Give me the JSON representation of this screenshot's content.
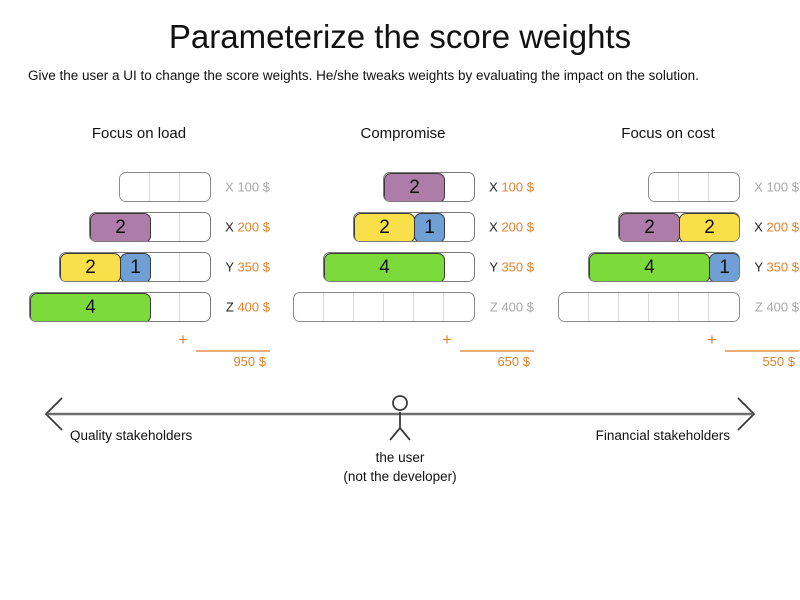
{
  "header": {
    "title": "Parameterize the score weights",
    "subtitle": "Give the user a UI to change the score weights. He/she tweaks weights by evaluating the impact on the solution."
  },
  "colors": {
    "purple": "#ad7ca9",
    "yellow": "#f9df4a",
    "blue": "#6f9fd4",
    "green": "#7dda3b",
    "accent_orange": "#e3822b",
    "muted_grey": "#a8a8a8",
    "track_border": "#8c8c8c"
  },
  "columns": [
    {
      "heading": "Focus on load",
      "rows": [
        {
          "key": "X",
          "price": "100 $",
          "muted": true,
          "capacity": 3,
          "segments": []
        },
        {
          "key": "X",
          "price": "200 $",
          "muted": false,
          "capacity": 4,
          "segments": [
            {
              "value": "2",
              "units": 2,
              "color": "purple"
            }
          ]
        },
        {
          "key": "Y",
          "price": "350 $",
          "muted": false,
          "capacity": 5,
          "segments": [
            {
              "value": "2",
              "units": 2,
              "color": "yellow"
            },
            {
              "value": "1",
              "units": 1,
              "color": "blue"
            }
          ]
        },
        {
          "key": "Z",
          "price": "400 $",
          "muted": false,
          "capacity": 6,
          "segments": [
            {
              "value": "4",
              "units": 4,
              "color": "green"
            }
          ]
        }
      ],
      "sum_symbol": "+",
      "total": "950 $"
    },
    {
      "heading": "Compromise",
      "rows": [
        {
          "key": "X",
          "price": "100 $",
          "muted": false,
          "capacity": 3,
          "segments": [
            {
              "value": "2",
              "units": 2,
              "color": "purple"
            }
          ]
        },
        {
          "key": "X",
          "price": "200 $",
          "muted": false,
          "capacity": 4,
          "segments": [
            {
              "value": "2",
              "units": 2,
              "color": "yellow"
            },
            {
              "value": "1",
              "units": 1,
              "color": "blue"
            }
          ]
        },
        {
          "key": "Y",
          "price": "350 $",
          "muted": false,
          "capacity": 5,
          "segments": [
            {
              "value": "4",
              "units": 4,
              "color": "green"
            }
          ]
        },
        {
          "key": "Z",
          "price": "400 $",
          "muted": true,
          "capacity": 6,
          "segments": []
        }
      ],
      "sum_symbol": "+",
      "total": "650 $"
    },
    {
      "heading": "Focus on cost",
      "rows": [
        {
          "key": "X",
          "price": "100 $",
          "muted": true,
          "capacity": 3,
          "segments": []
        },
        {
          "key": "X",
          "price": "200 $",
          "muted": false,
          "capacity": 4,
          "segments": [
            {
              "value": "2",
              "units": 2,
              "color": "purple"
            },
            {
              "value": "2",
              "units": 2,
              "color": "yellow"
            }
          ]
        },
        {
          "key": "Y",
          "price": "350 $",
          "muted": false,
          "capacity": 5,
          "segments": [
            {
              "value": "4",
              "units": 4,
              "color": "green"
            },
            {
              "value": "1",
              "units": 1,
              "color": "blue"
            }
          ]
        },
        {
          "key": "Z",
          "price": "400 $",
          "muted": true,
          "capacity": 6,
          "segments": []
        }
      ],
      "sum_symbol": "+",
      "total": "550 $"
    }
  ],
  "spectrum": {
    "left_label": "Quality stakeholders",
    "right_label": "Financial stakeholders",
    "figure_caption_line1": "the user",
    "figure_caption_line2": "(not the developer)"
  }
}
